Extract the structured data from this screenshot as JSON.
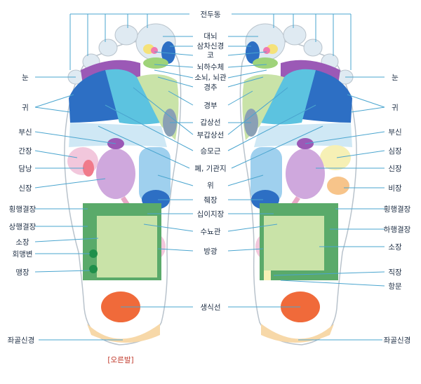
{
  "diagram": {
    "center_labels": [
      "전두동",
      "대뇌",
      "삼차신경",
      "코",
      "뇌하수체",
      "소뇌, 뇌관",
      "경추",
      "경부",
      "갑상선",
      "부갑상선",
      "승모근",
      "폐, 기관지",
      "위",
      "췌장",
      "십이지장",
      "수뇨관",
      "방광",
      "생식선"
    ],
    "left_labels": [
      "눈",
      "귀",
      "부신",
      "간장",
      "담낭",
      "신장",
      "횡행결장",
      "상행결장",
      "소장",
      "회맹변",
      "맹장",
      "좌골신경"
    ],
    "right_labels": [
      "눈",
      "귀",
      "부신",
      "심장",
      "신장",
      "비장",
      "횡행결장",
      "하행결장",
      "소장",
      "직장",
      "항문",
      "좌골신경"
    ],
    "caption": "[오른발]",
    "colors": {
      "foot_outline": "#b9c3cc",
      "sinus_toe": "#dfeaf2",
      "eye_ear_blue": "#2d6fc4",
      "cyan_zone": "#5cc3e0",
      "purple_zone": "#9b59b6",
      "lavender": "#cfa8dd",
      "pink": "#f3b4c8",
      "light_green": "#c9e3a8",
      "green_dark": "#5aaa6a",
      "orange_red": "#f06a3a",
      "peach": "#f7d8a8",
      "leader_line": "#4aa5cf",
      "label_text": "#1f2f45",
      "caption_red": "#c0392b"
    }
  }
}
